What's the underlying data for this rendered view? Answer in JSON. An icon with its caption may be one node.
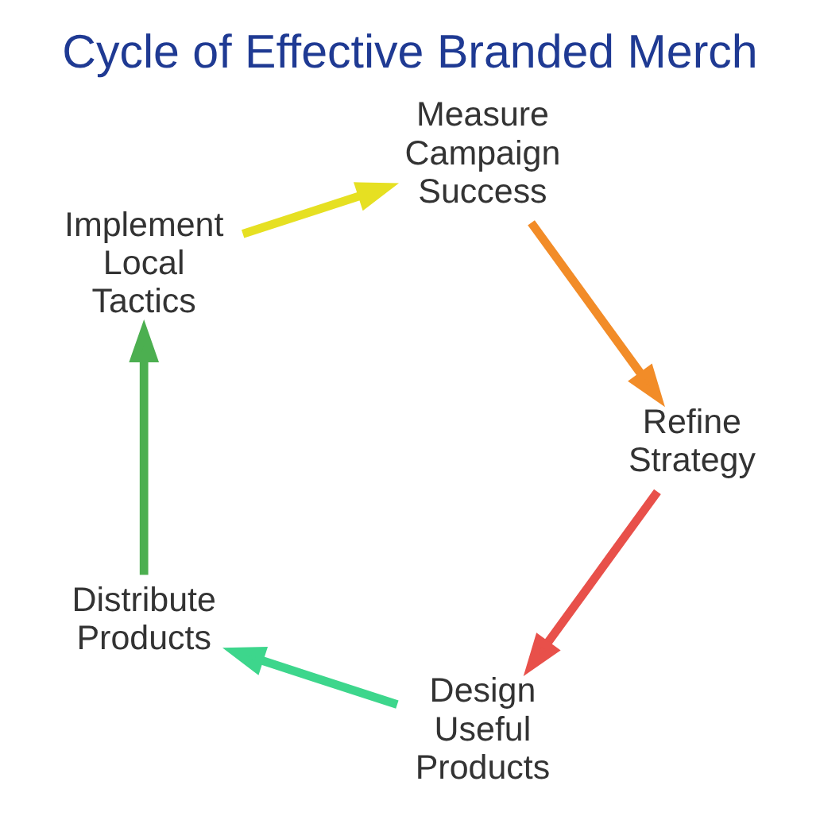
{
  "diagram": {
    "title": "Cycle of Effective Branded Merch",
    "nodes": [
      {
        "text": [
          "Design Useful Products"
        ]
      },
      {
        "text": [
          "Distribute Products"
        ]
      },
      {
        "text": [
          "Implement Local Tactics"
        ]
      },
      {
        "text": [
          "Measure Campaign Success"
        ]
      },
      {
        "text": [
          "Refine Strategy"
        ]
      }
    ],
    "edges": [
      {
        "from": 0,
        "to": 1,
        "arrow": "to",
        "color": "#3dd68c"
      },
      {
        "from": 1,
        "to": 2,
        "arrow": "to",
        "color": "#4caf50"
      },
      {
        "from": 2,
        "to": 3,
        "arrow": "to",
        "color": "#e6e022"
      },
      {
        "from": 3,
        "to": 4,
        "arrow": "to",
        "color": "#f28c28"
      },
      {
        "from": 4,
        "to": 0,
        "arrow": "to",
        "color": "#e8504a"
      }
    ]
  }
}
